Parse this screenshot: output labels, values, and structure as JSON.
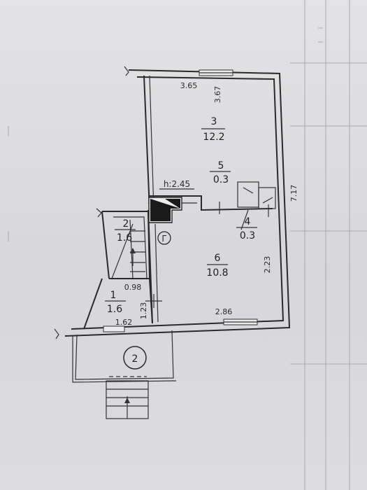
{
  "plan": {
    "colors": {
      "paper": "#dcdce0",
      "ink": "#2a2a2a",
      "faint_grid": "#a8a8ad"
    },
    "rooms": [
      {
        "number": "3",
        "area": "12.2"
      },
      {
        "number": "5",
        "area": "0.3"
      },
      {
        "number": "4",
        "area": "0.3"
      },
      {
        "number": "2",
        "area": "1.6"
      },
      {
        "number": "6",
        "area": "10.8"
      },
      {
        "number": "1",
        "area": "1.6"
      }
    ],
    "dimensions": {
      "top_width": "3.65",
      "room3_depth": "3.67",
      "right_total": "7.17",
      "ceiling_height": "h:2.45",
      "room6_depth": "2.23",
      "room6_width": "2.86",
      "room1_width": "0.98",
      "room1_depth": "1.23",
      "bottom_left": "1.62"
    },
    "marks": {
      "stove_label": "Г",
      "porch_number": "2"
    }
  }
}
